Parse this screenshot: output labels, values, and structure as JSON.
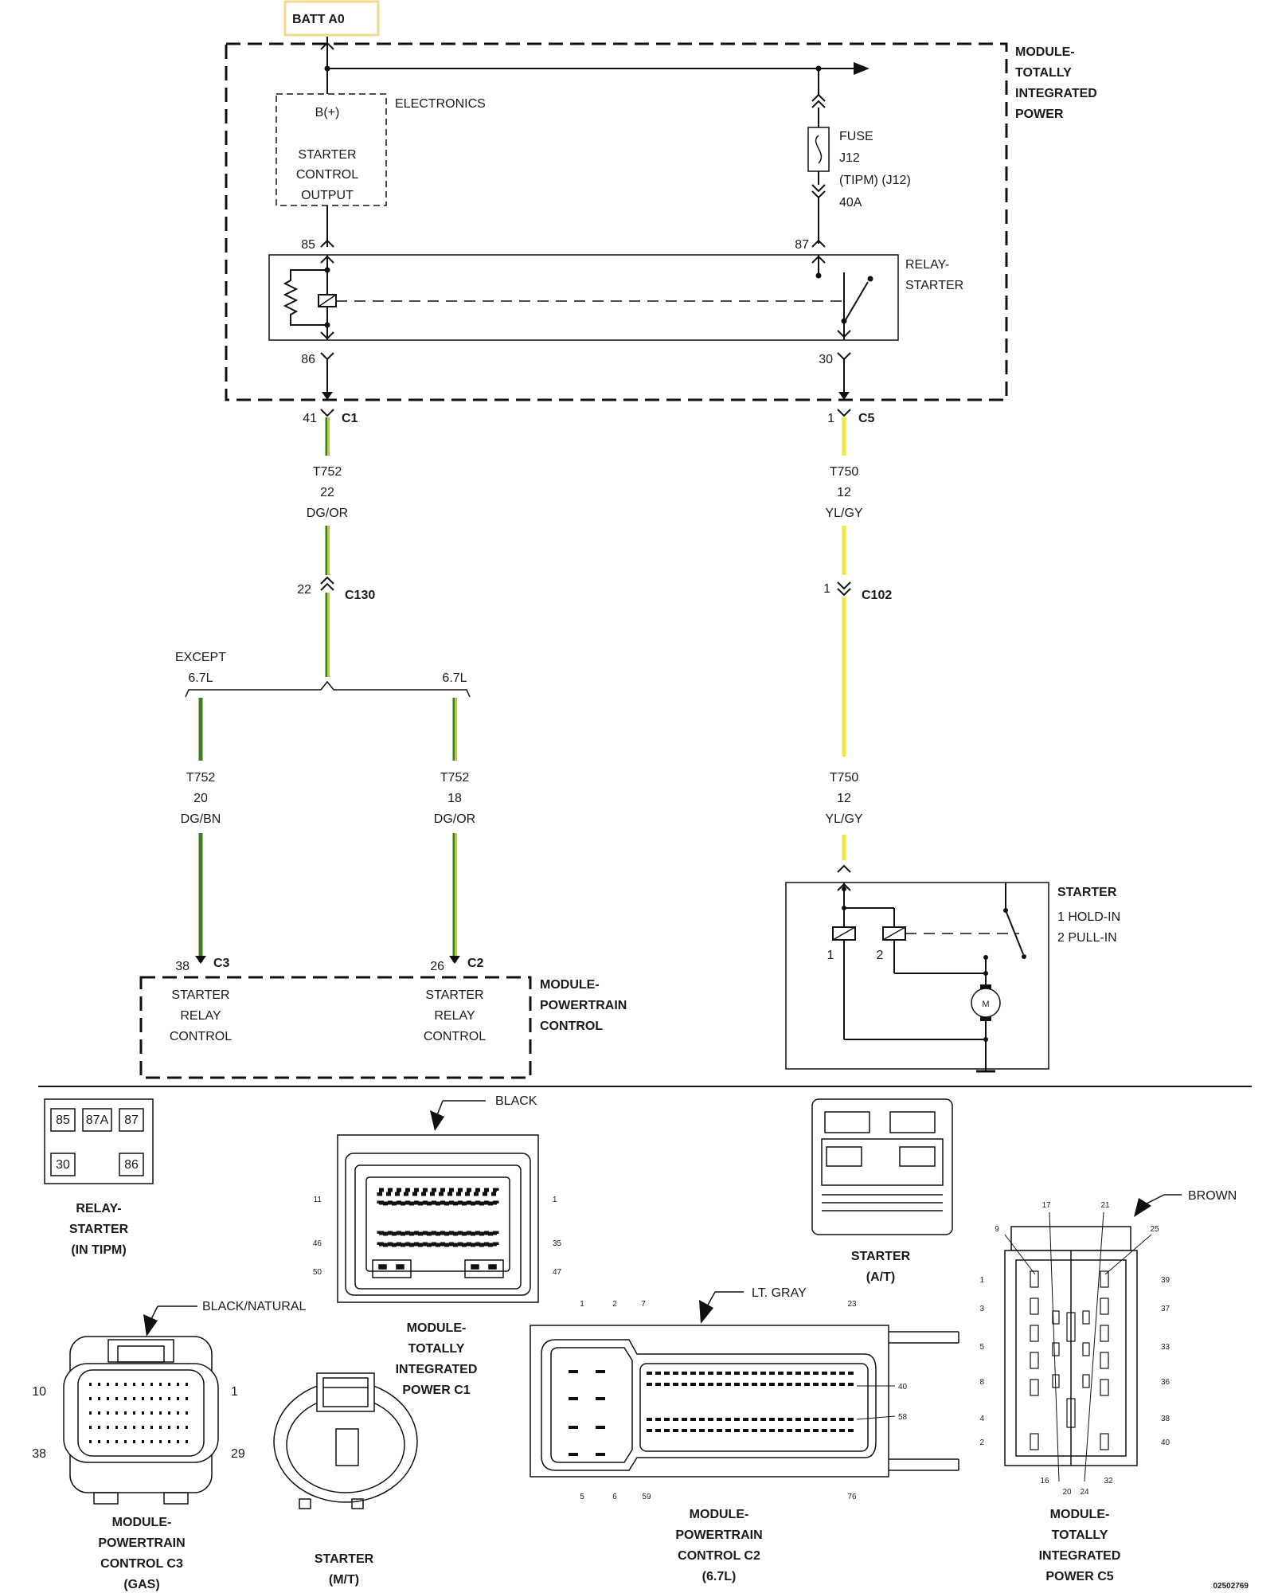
{
  "batt_label": "BATT A0",
  "tipm": {
    "title_lines": [
      "MODULE-",
      "TOTALLY",
      "INTEGRATED",
      "POWER"
    ],
    "electronics": "ELECTRONICS",
    "b_plus": "B(+)",
    "starter_output_lines": [
      "STARTER",
      "CONTROL",
      "OUTPUT"
    ],
    "fuse_lines": [
      "FUSE",
      "J12",
      "(TIPM) (J12)",
      "40A"
    ],
    "relay_lines": [
      "RELAY-",
      "STARTER"
    ],
    "pins": {
      "p85": "85",
      "p87": "87",
      "p86": "86",
      "p30": "30"
    }
  },
  "wires": {
    "left_top": {
      "pin": "41",
      "conn": "C1",
      "circuit": "T752",
      "gauge": "22",
      "color": "DG/OR",
      "c130_pin": "22",
      "c130": "C130"
    },
    "right_top": {
      "pin": "1",
      "conn": "C5",
      "circuit": "T750",
      "gauge": "12",
      "color": "YL/GY",
      "c102_pin": "1",
      "c102": "C102"
    },
    "split": {
      "except": "EXCEPT",
      "except_eng": "6.7L",
      "eng": "6.7L"
    },
    "left_branch": {
      "circuit": "T752",
      "gauge": "20",
      "color": "DG/BN"
    },
    "mid_branch": {
      "circuit": "T752",
      "gauge": "18",
      "color": "DG/OR"
    },
    "right_bottom": {
      "circuit": "T750",
      "gauge": "12",
      "color": "YL/GY"
    }
  },
  "pcm": {
    "c3_pin": "38",
    "c3": "C3",
    "c2_pin": "26",
    "c2": "C2",
    "func_lines": [
      "STARTER",
      "RELAY",
      "CONTROL"
    ],
    "title_lines": [
      "MODULE-",
      "POWERTRAIN",
      "CONTROL"
    ]
  },
  "starter": {
    "title": "STARTER",
    "hold_in": "1 HOLD-IN",
    "pull_in": "2 PULL-IN",
    "coil1": "1",
    "coil2": "2",
    "motor": "M"
  },
  "connectors": {
    "relay_pins": [
      "85",
      "87A",
      "87",
      "30",
      "86"
    ],
    "relay_caption": [
      "RELAY-",
      "STARTER",
      "(IN TIPM)"
    ],
    "c1_color": "BLACK",
    "c1_pins": [
      "11",
      "1",
      "46",
      "35",
      "50",
      "47"
    ],
    "c1_caption": [
      "MODULE-",
      "TOTALLY",
      "INTEGRATED",
      "POWER C1"
    ],
    "starter_at_caption": [
      "STARTER",
      "(A/T)"
    ],
    "c5_color": "BROWN",
    "c5_top_pins": [
      "17",
      "21",
      "9",
      "25"
    ],
    "c5_left_pins": [
      "1",
      "3",
      "5",
      "8",
      "4",
      "2"
    ],
    "c5_right_pins": [
      "39",
      "37",
      "33",
      "36",
      "38",
      "40"
    ],
    "c5_bottom_pins": [
      "16",
      "20",
      "24",
      "32"
    ],
    "c5_caption": [
      "MODULE-",
      "TOTALLY",
      "INTEGRATED",
      "POWER C5"
    ],
    "c3_color": "BLACK/NATURAL",
    "c3_pins": [
      "10",
      "1",
      "38",
      "29"
    ],
    "c3_caption": [
      "MODULE-",
      "POWERTRAIN",
      "CONTROL C3",
      "(GAS)"
    ],
    "starter_mt_caption": [
      "STARTER",
      "(M/T)"
    ],
    "c2_color": "LT. GRAY",
    "c2_top_pins": [
      "1",
      "2",
      "7",
      "23"
    ],
    "c2_right_pins": [
      "40",
      "58"
    ],
    "c2_bottom_pins": [
      "5",
      "6",
      "59",
      "76"
    ],
    "c2_caption": [
      "MODULE-",
      "POWERTRAIN",
      "CONTROL C2",
      "(6.7L)"
    ]
  },
  "figure_id": "02502769",
  "wire_colors": {
    "green": "#3f7d1f",
    "yellow": "#f2ea3a",
    "battbox": "#f0d98a"
  }
}
